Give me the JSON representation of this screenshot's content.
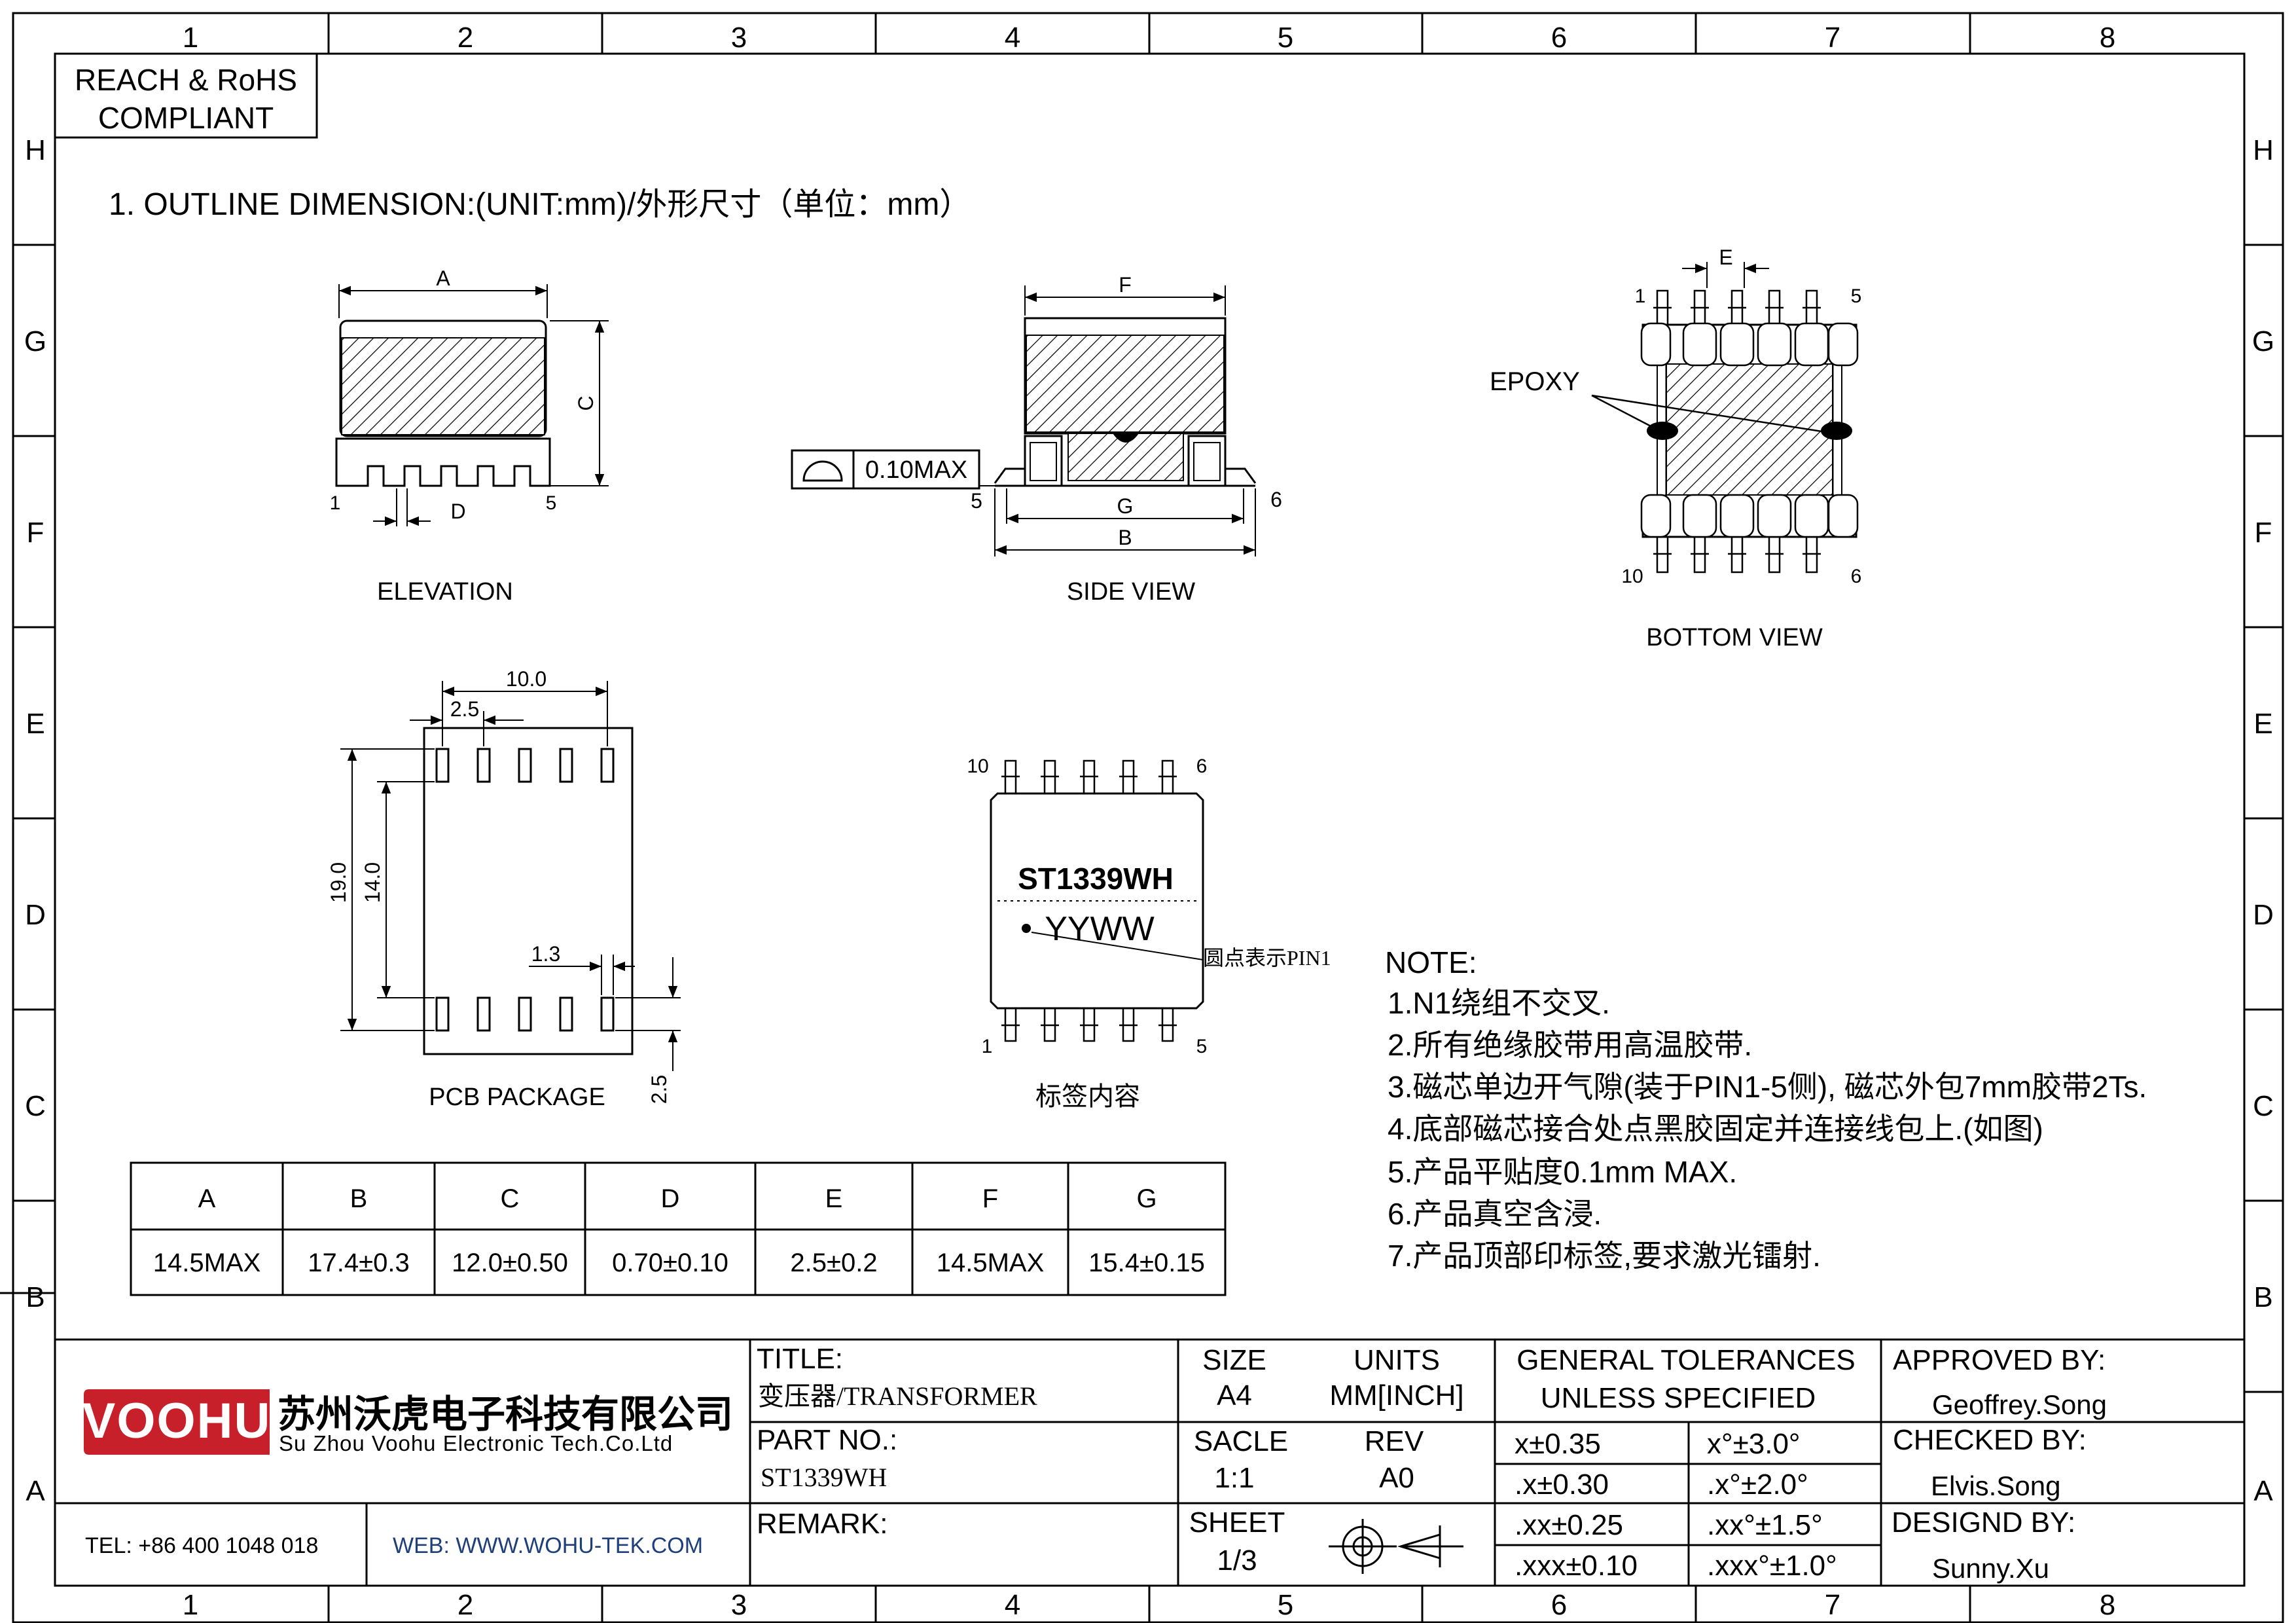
{
  "frame": {
    "col_labels": [
      "1",
      "2",
      "3",
      "4",
      "5",
      "6",
      "7",
      "8"
    ],
    "row_labels": [
      "H",
      "G",
      "F",
      "E",
      "D",
      "C",
      "B",
      "A"
    ]
  },
  "compliance_box": {
    "line1": "REACH & RoHS",
    "line2": "COMPLIANT"
  },
  "section_title": "1. OUTLINE DIMENSION:(UNIT:mm)/外形尺寸（单位：mm）",
  "views": {
    "elevation": {
      "label": "ELEVATION",
      "dim_a": "A",
      "dim_c": "C",
      "dim_d": "D",
      "pin_left": "1",
      "pin_right": "5"
    },
    "side": {
      "label": "SIDE VIEW",
      "dim_f": "F",
      "dim_g": "G",
      "dim_b": "B",
      "pin_left": "5",
      "pin_right": "6",
      "flatness": "0.10MAX"
    },
    "bottom": {
      "label": "BOTTOM VIEW",
      "dim_e": "E",
      "epoxy": "EPOXY",
      "pin_tl": "1",
      "pin_tr": "5",
      "pin_bl": "10",
      "pin_br": "6"
    },
    "pcb": {
      "label": "PCB PACKAGE",
      "d_10": "10.0",
      "d_25_top": "2.5",
      "d_19": "19.0",
      "d_14": "14.0",
      "d_13": "1.3",
      "d_25_side": "2.5"
    },
    "marking": {
      "label": "标签内容",
      "part": "ST1339WH",
      "date_code": "YYWW",
      "pin1_note": "圆点表示PIN1",
      "pin_tl": "10",
      "pin_tr": "6",
      "pin_bl": "1",
      "pin_br": "5"
    }
  },
  "dimension_table": {
    "headers": [
      "A",
      "B",
      "C",
      "D",
      "E",
      "F",
      "G"
    ],
    "values": [
      "14.5MAX",
      "17.4±0.3",
      "12.0±0.50",
      "0.70±0.10",
      "2.5±0.2",
      "14.5MAX",
      "15.4±0.15"
    ]
  },
  "notes": {
    "title": "NOTE:",
    "items": [
      "1.N1绕组不交叉.",
      "2.所有绝缘胶带用高温胶带.",
      "3.磁芯单边开气隙(装于PIN1-5侧), 磁芯外包7mm胶带2Ts.",
      "4.底部磁芯接合处点黑胶固定并连接线包上.(如图)",
      "5.产品平贴度0.1mm MAX.",
      "6.产品真空含浸.",
      "7.产品顶部印标签,要求激光镭射."
    ]
  },
  "title_block": {
    "logo_text": "VOOHU",
    "company_cn": "苏州沃虎电子科技有限公司",
    "company_en": "Su Zhou Voohu Electronic Tech.Co.Ltd",
    "tel": "TEL: +86 400 1048 018",
    "web": "WEB: WWW.WOHU-TEK.COM",
    "title_label": "TITLE:",
    "title_value": "变压器/TRANSFORMER",
    "part_label": "PART NO.:",
    "part_value": "ST1339WH",
    "remark_label": "REMARK:",
    "size_label": "SIZE",
    "size_value": "A4",
    "units_label": "UNITS",
    "units_value": "MM[INCH]",
    "scale_label": "SACLE",
    "scale_value": "1:1",
    "rev_label": "REV",
    "rev_value": "A0",
    "sheet_label": "SHEET",
    "sheet_value": "1/3",
    "tol_title1": "GENERAL TOLERANCES",
    "tol_title2": "UNLESS SPECIFIED",
    "tolerances": [
      [
        "x±0.35",
        "x°±3.0°"
      ],
      [
        ".x±0.30",
        ".x°±2.0°"
      ],
      [
        ".xx±0.25",
        ".xx°±1.5°"
      ],
      [
        ".xxx±0.10",
        ".xxx°±1.0°"
      ]
    ],
    "approved_label": "APPROVED BY:",
    "approved_value": "Geoffrey.Song",
    "checked_label": "CHECKED BY:",
    "checked_value": "Elvis.Song",
    "designed_label": "DESIGND BY:",
    "designed_value": "Sunny.Xu"
  }
}
